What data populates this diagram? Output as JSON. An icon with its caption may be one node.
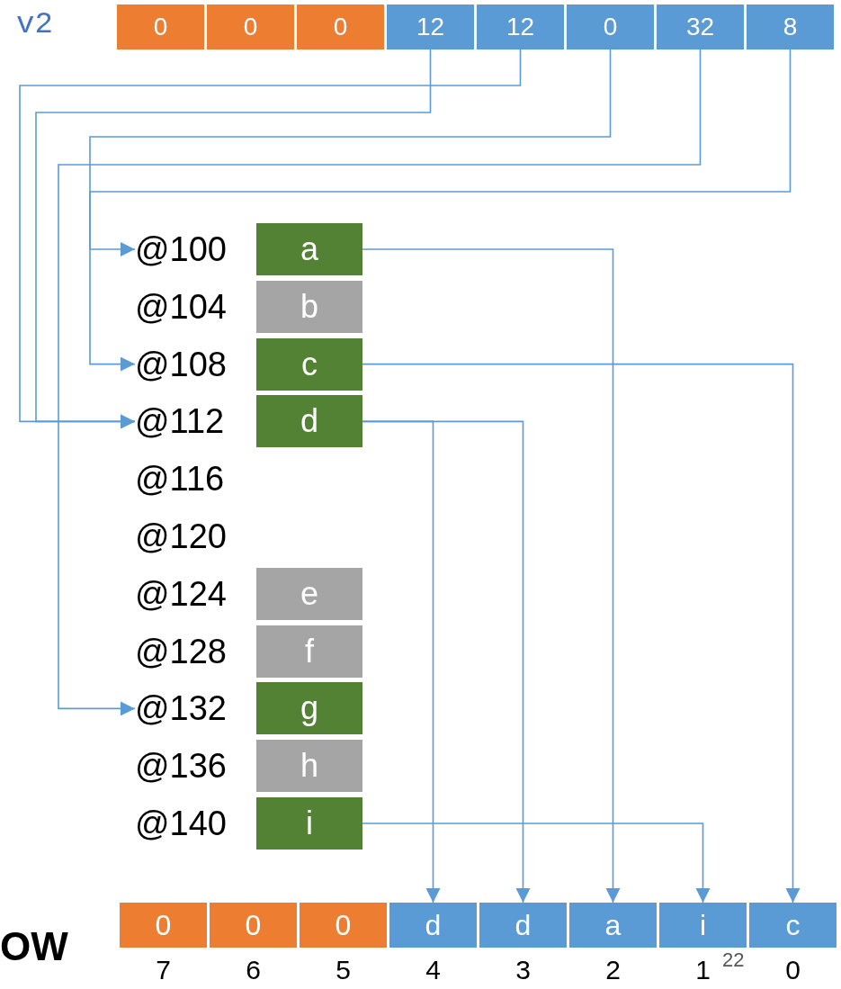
{
  "diagram": {
    "nodes": [
      {
        "text": [
          "0"
        ]
      },
      {
        "text": [
          "0"
        ]
      },
      {
        "text": [
          "0"
        ]
      },
      {
        "text": [
          "12"
        ]
      },
      {
        "text": [
          "12"
        ]
      },
      {
        "text": [
          "0"
        ]
      },
      {
        "text": [
          "32"
        ]
      },
      {
        "text": [
          "8"
        ]
      },
      {
        "text": [
          "a"
        ],
        "beside": [
          "@100"
        ]
      },
      {
        "text": [
          "b"
        ],
        "beside": [
          "@104"
        ]
      },
      {
        "text": [
          "c"
        ],
        "beside": [
          "@108"
        ]
      },
      {
        "text": [
          "d"
        ],
        "beside": [
          "@112"
        ]
      },
      {
        "text": [
          "e"
        ],
        "beside": [
          "@124"
        ]
      },
      {
        "text": [
          "f"
        ],
        "beside": [
          "@128"
        ]
      },
      {
        "text": [
          "g"
        ],
        "beside": [
          "@132"
        ]
      },
      {
        "text": [
          "h"
        ],
        "beside": [
          "@136"
        ]
      },
      {
        "text": [
          "i"
        ],
        "beside": [
          "@140"
        ]
      },
      {
        "text": [
          "0"
        ],
        "beside": [
          "7"
        ]
      },
      {
        "text": [
          "0"
        ],
        "beside": [
          "6"
        ]
      },
      {
        "text": [
          "0"
        ],
        "beside": [
          "5"
        ]
      },
      {
        "text": [
          "d"
        ],
        "beside": [
          "4"
        ]
      },
      {
        "text": [
          "d"
        ],
        "beside": [
          "3"
        ]
      },
      {
        "text": [
          "a"
        ],
        "beside": [
          "2"
        ]
      },
      {
        "text": [
          "i"
        ],
        "beside": [
          "1"
        ]
      },
      {
        "text": [
          "c"
        ],
        "beside": [
          "0"
        ]
      }
    ],
    "edges": [
      {
        "from": 3,
        "to": 11,
        "arrow": "to"
      },
      {
        "from": 4,
        "to": 11,
        "arrow": "to"
      },
      {
        "from": 5,
        "to": 8,
        "arrow": "to"
      },
      {
        "from": 6,
        "to": 14,
        "arrow": "to"
      },
      {
        "from": 7,
        "to": 10,
        "arrow": "to"
      },
      {
        "from": 8,
        "to": 22,
        "arrow": "to"
      },
      {
        "from": 10,
        "to": 24,
        "arrow": "to"
      },
      {
        "from": 11,
        "to": 20,
        "arrow": "to"
      },
      {
        "from": 11,
        "to": 21,
        "arrow": "to"
      },
      {
        "from": 16,
        "to": 23,
        "arrow": "to"
      }
    ],
    "labels": [
      "v2",
      "@116",
      "@120",
      "OW",
      "22"
    ]
  }
}
